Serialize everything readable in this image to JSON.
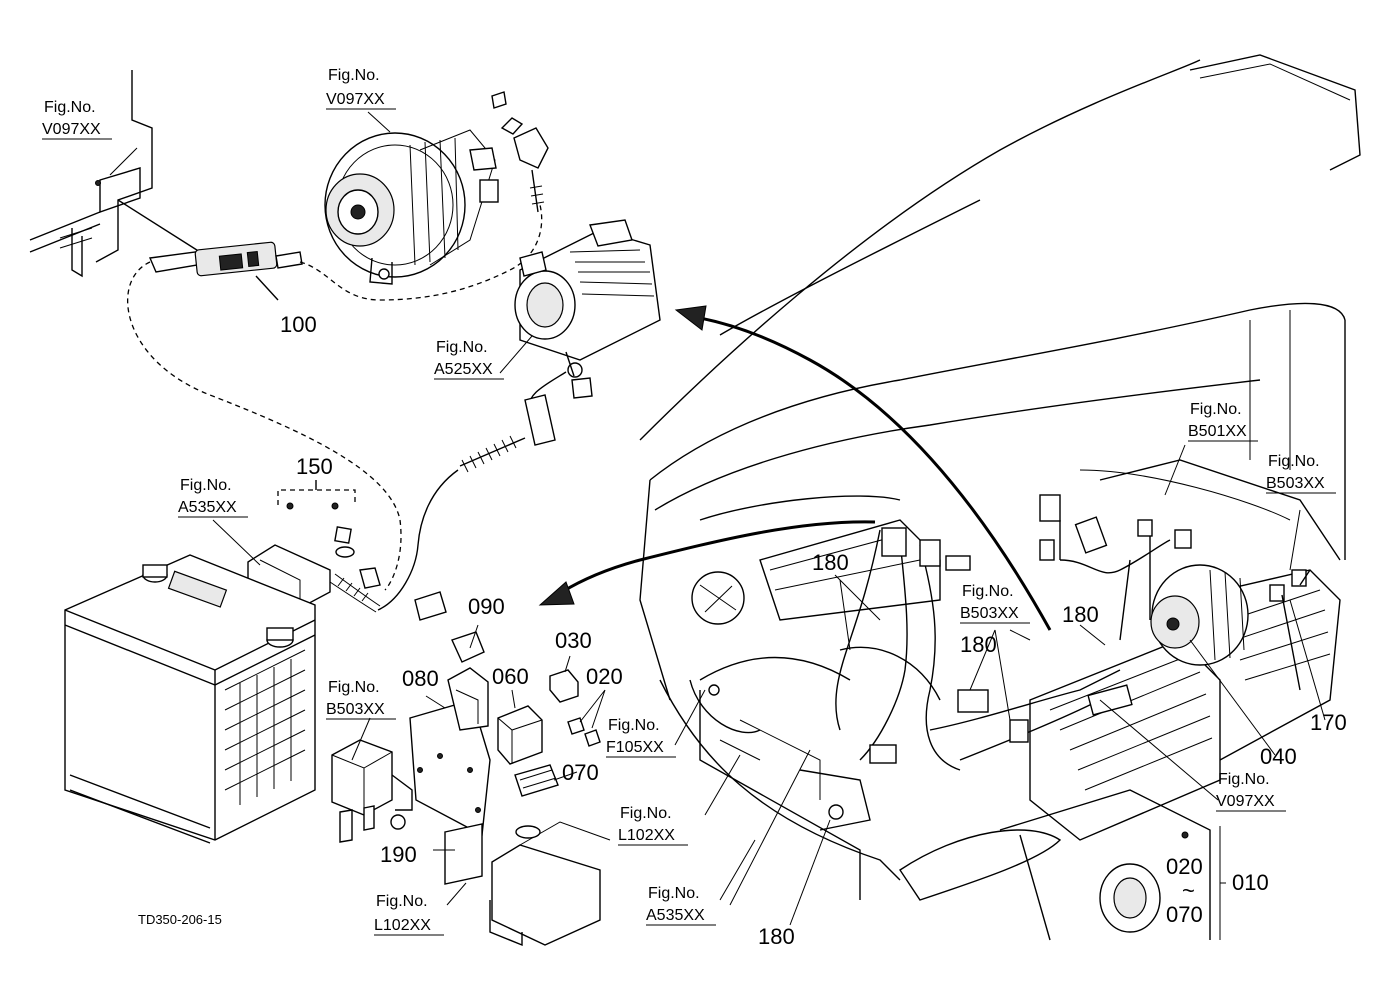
{
  "diagram": {
    "code": "TD350-206-15",
    "callouts": [
      {
        "id": "c100",
        "text": "100"
      },
      {
        "id": "c150",
        "text": "150"
      },
      {
        "id": "c090",
        "text": "090"
      },
      {
        "id": "c030",
        "text": "030"
      },
      {
        "id": "c080",
        "text": "080"
      },
      {
        "id": "c060",
        "text": "060"
      },
      {
        "id": "c020a",
        "text": "020"
      },
      {
        "id": "c070a",
        "text": "070"
      },
      {
        "id": "c190",
        "text": "190"
      },
      {
        "id": "c180a",
        "text": "180"
      },
      {
        "id": "c180b",
        "text": "180"
      },
      {
        "id": "c180c",
        "text": "180"
      },
      {
        "id": "c180d",
        "text": "180"
      },
      {
        "id": "c170",
        "text": "170"
      },
      {
        "id": "c040",
        "text": "040"
      },
      {
        "id": "c020b",
        "text": "020"
      },
      {
        "id": "ctilde",
        "text": "~"
      },
      {
        "id": "c070b",
        "text": "070"
      },
      {
        "id": "c010",
        "text": "010"
      }
    ],
    "figure_refs": [
      {
        "id": "f1",
        "label": "Fig.No.",
        "code": "V097XX"
      },
      {
        "id": "f2",
        "label": "Fig.No.",
        "code": "V097XX"
      },
      {
        "id": "f3",
        "label": "Fig.No.",
        "code": "A525XX"
      },
      {
        "id": "f4",
        "label": "Fig.No.",
        "code": "A535XX"
      },
      {
        "id": "f5",
        "label": "Fig.No.",
        "code": "B503XX"
      },
      {
        "id": "f6",
        "label": "Fig.No.",
        "code": "L102XX"
      },
      {
        "id": "f7",
        "label": "Fig.No.",
        "code": "F105XX"
      },
      {
        "id": "f8",
        "label": "Fig.No.",
        "code": "L102XX"
      },
      {
        "id": "f9",
        "label": "Fig.No.",
        "code": "A535XX"
      },
      {
        "id": "f10",
        "label": "Fig.No.",
        "code": "B503XX"
      },
      {
        "id": "f11",
        "label": "Fig.No.",
        "code": "B501XX"
      },
      {
        "id": "f12",
        "label": "Fig.No.",
        "code": "B503XX"
      },
      {
        "id": "f13",
        "label": "Fig.No.",
        "code": "V097XX"
      }
    ]
  }
}
